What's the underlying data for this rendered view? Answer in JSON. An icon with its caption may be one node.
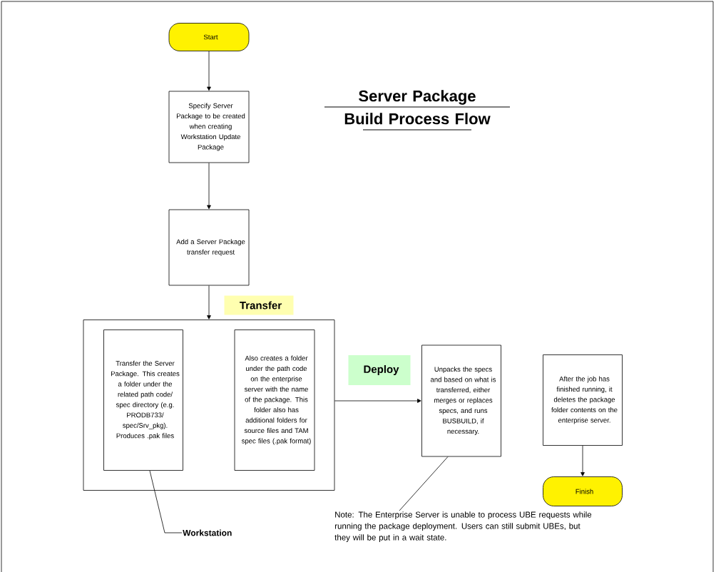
{
  "diagram": {
    "title": "Server Package Build Process Flow",
    "nodes": [
      {
        "text": [
          "Start"
        ]
      },
      {
        "text": [
          "Specify Server Package to be created when creating Workstation Update Package"
        ]
      },
      {
        "text": [
          "Add a Server Package transfer request"
        ]
      },
      {
        "text": [
          "Transfer"
        ]
      },
      {
        "text": [],
        "shape": "box"
      },
      {
        "text": [
          "Transfer the Server Package. This creates a folder under the related path code/ spec directory (e.g. PRODB733/ spec/Srv_pkg). Produces .pak files"
        ],
        "in": 4
      },
      {
        "text": [
          "Also creates a folder under the path code on the enterprise server with the name of the package. This folder also has additional folders for source files and TAM spec files (.pak format)"
        ],
        "in": 4
      },
      {
        "text": [
          "Deploy"
        ]
      },
      {
        "text": [
          "Unpacks the specs and based on what is transferred, either merges or replaces specs, and runs BUSBUILD, if necessary."
        ]
      },
      {
        "text": [
          "After the job has finished running, it deletes the package folder contents on the enterprise server."
        ]
      },
      {
        "text": [
          "Finish"
        ]
      },
      {
        "text": [
          "Workstation"
        ]
      },
      {
        "text": [
          "Note: The Enterprise Server is unable to process UBE requests while running the package deployment. Users can still submit UBEs, but they will be put in a wait state."
        ]
      }
    ],
    "edges": [
      {
        "from": 0,
        "to": 1,
        "arrow": "to"
      },
      {
        "from": 1,
        "to": 2,
        "arrow": "to"
      },
      {
        "from": 2,
        "to": 4,
        "arrow": "to"
      },
      {
        "from": 4,
        "to": 8,
        "arrow": "to"
      },
      {
        "from": 9,
        "to": 10,
        "arrow": "to"
      },
      {
        "from": 11,
        "to": 5,
        "arrow": "none"
      },
      {
        "from": 12,
        "to": 8,
        "arrow": "none"
      }
    ]
  }
}
